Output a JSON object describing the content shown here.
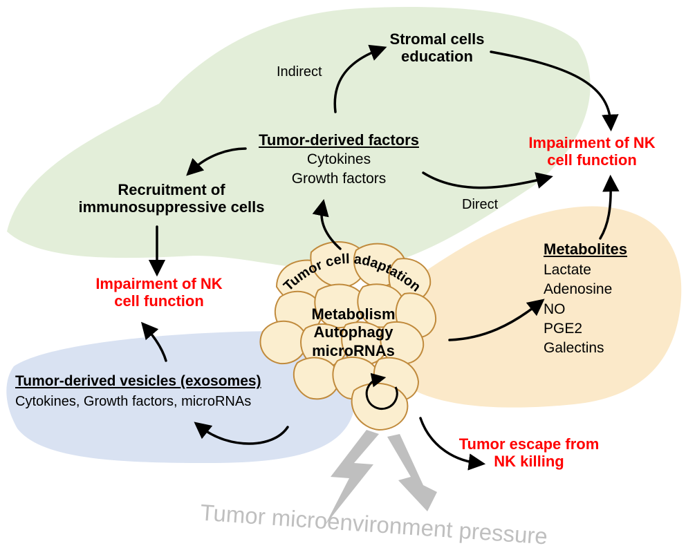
{
  "labels": {
    "stromal": [
      "Stromal cells",
      "education"
    ],
    "indirect": "Indirect",
    "tumor_factors_title": "Tumor-derived factors",
    "tumor_factors_items": [
      "Cytokines",
      "Growth factors"
    ],
    "direct": "Direct",
    "impair_top": [
      "Impairment of NK",
      "cell function"
    ],
    "recruit": [
      "Recruitment of",
      "immunosuppressive cells"
    ],
    "impair_left": [
      "Impairment of NK",
      "cell function"
    ],
    "metabolites_title": "Metabolites",
    "metabolites_items": [
      "Lactate",
      "Adenosine",
      "NO",
      "PGE2",
      "Galectins"
    ],
    "adaptation": "Tumor cell adaptation",
    "core": [
      "Metabolism",
      "Autophagy",
      "microRNAs"
    ],
    "vesicles_title": "Tumor-derived vesicles (exosomes)",
    "vesicles_items": "Cytokines, Growth factors, microRNAs",
    "escape": [
      "Tumor escape from",
      "NK killing"
    ],
    "pressure": "Tumor microenvironment pressure"
  },
  "colors": {
    "green_region": "#e3eed9",
    "blue_region": "#d9e2f2",
    "orange_region": "#fbe9c9",
    "cell_fill": "#fbeecf",
    "cell_stroke": "#c08a3c",
    "impairment_red": "#ff0000",
    "pressure_gray": "#bfbfbf"
  }
}
